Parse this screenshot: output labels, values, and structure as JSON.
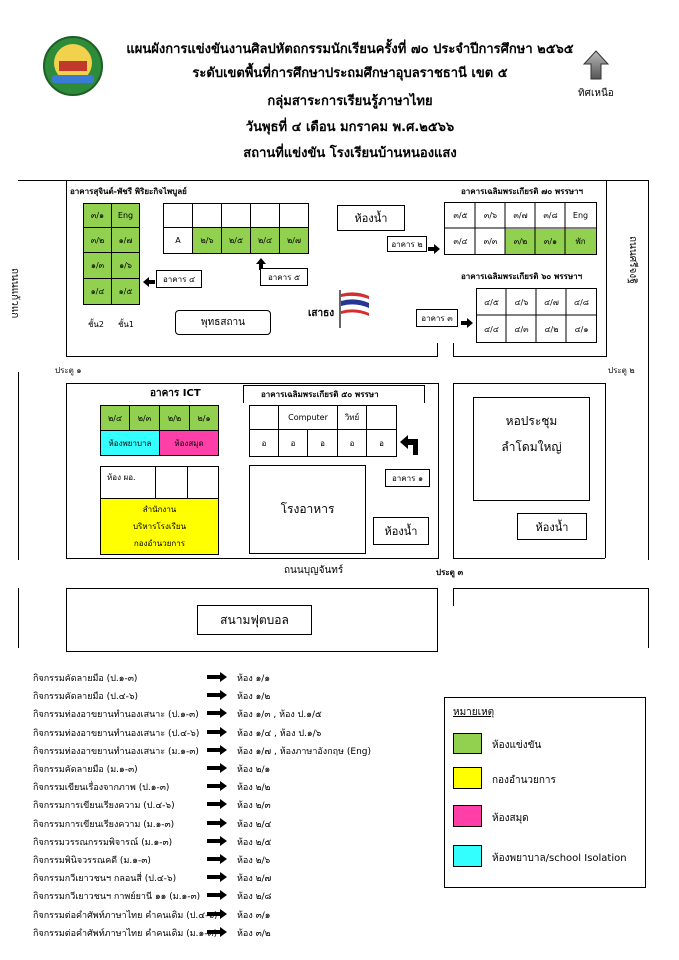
{
  "header": {
    "line1": "แผนผังการแข่งขันงานศิลปหัตถกรรมนักเรียนครั้งที่ ๗๐ ประจำปีการศึกษา ๒๕๖๕",
    "line2": "ระดับเขตพื้นที่การศึกษาประถมศึกษาอุบลราชธานี เขต ๕",
    "line3": "กลุ่มสาระการเรียนรู้ภาษาไทย",
    "line4": "วันพุธที่  ๔  เดือน  มกราคม   พ.ศ.๒๕๖๖",
    "line5": "สถานที่แข่งขัน  โรงเรียนบ้านหนองแสง",
    "north": "ทิศเหนือ"
  },
  "map": {
    "bldg_left_title": "อาคารสุจินต์-พัชรี พิริยะกิจไพบูลย์",
    "bldg_left_rooms": [
      "๓/๑",
      "Eng",
      "๓/๒",
      "๑/๗",
      "๑/๓",
      "๑/๖",
      "๑/๔",
      "๑/๕"
    ],
    "floor2": "ชั้น2",
    "floor1": "ชั้น1",
    "bldg4": "อาคาร ๔",
    "row5_rooms": [
      "A",
      "๒/๖",
      "๒/๕",
      "๒/๔",
      "๒/๗"
    ],
    "bldg5": "อาคาร ๕",
    "toilet": "ห้องน้ำ",
    "hall": "พุทธสถาน",
    "flagpole": "เสาธง",
    "bldg2": "อาคาร ๒",
    "bldg70_title": "อาคารเฉลิมพระเกียรติ ๗๐ พรรษาฯ",
    "bldg70_top": [
      "๓/๕",
      "๓/๖",
      "๓/๗",
      "๓/๘",
      "Eng"
    ],
    "bldg70_bottom": [
      "๓/๔",
      "๓/๓",
      "๓/๒",
      "๓/๑",
      "พัก"
    ],
    "bldg60_title": "อาคารเฉลิมพระเกียรติ ๖๐ พรรษาฯ",
    "bldg3": "อาคาร ๓",
    "bldg60_top": [
      "๔/๕",
      "๔/๖",
      "๔/๗",
      "๔/๘"
    ],
    "bldg60_bottom": [
      "๔/๔",
      "๔/๓",
      "๔/๒",
      "๔/๑"
    ],
    "road_left": "ถนนแก้วแก",
    "road_right": "ถนนศรีจงฐิ",
    "gate1": "ประตู ๑",
    "gate2": "ประตู ๒",
    "gate3": "ประตู ๓",
    "ict_title": "อาคาร ICT",
    "ict_rooms": [
      "๒/๔",
      "๒/๓",
      "๒/๒",
      "๒/๑"
    ],
    "nurse": "ห้องพยาบาล",
    "library": "ห้องสมุด",
    "director": "ห้อง ผอ.",
    "admin": "สำนักงาน\nบริหารโรงเรียน\nกองอำนวยการ",
    "bldg50_title": "อาคารเฉลิมพระเกียรติ ๕๐ พรรษา",
    "computer": "Computer",
    "science": "วิทย์",
    "bldg50_rooms": [
      "อ",
      "อ",
      "อ",
      "อ",
      "อ"
    ],
    "bldg1": "อาคาร ๑",
    "canteen": "โรงอาหาร",
    "auditorium_1": "หอประชุม",
    "auditorium_2": "ลำโดมใหญ่",
    "road_bottom": "ถนนบุญจันทร์",
    "football": "สนามฟุตบอล"
  },
  "activities": [
    {
      "name": "กิจกรรมคัดลายมือ (ป.๑-๓)",
      "room": "ห้อง ๑/๑"
    },
    {
      "name": "กิจกรรมคัดลายมือ (ป.๔-๖)",
      "room": "ห้อง ๑/๒"
    },
    {
      "name": "กิจกรรมท่องอาขยานทำนองเสนาะ (ป.๑-๓)",
      "room": "ห้อง ๑/๓ , ห้อง ป.๑/๕"
    },
    {
      "name": "กิจกรรมท่องอาขยานทำนองเสนาะ (ป.๔-๖)",
      "room": "ห้อง ๑/๔ , ห้อง ป.๑/๖"
    },
    {
      "name": "กิจกรรมท่องอาขยานทำนองเสนาะ (ม.๑-๓)",
      "room": "ห้อง ๑/๗ , ห้องภาษาอังกฤษ (Eng)"
    },
    {
      "name": "กิจกรรมคัดลายมือ (ม.๑-๓)",
      "room": "ห้อง ๒/๑"
    },
    {
      "name": "กิจกรรมเขียนเรื่องจากภาพ (ป.๑-๓)",
      "room": "ห้อง ๒/๒"
    },
    {
      "name": "กิจกรรมการเขียนเรียงความ (ป.๔-๖)",
      "room": "ห้อง ๒/๓"
    },
    {
      "name": "กิจกรรมการเขียนเรียงความ (ม.๑-๓)",
      "room": "ห้อง ๒/๔"
    },
    {
      "name": "กิจกรรมวรรณกรรมพิจารณ์ (ม.๑-๓)",
      "room": "ห้อง ๒/๕"
    },
    {
      "name": "กิจกรรมพินิจวรรณคดี (ม.๑-๓)",
      "room": "ห้อง ๒/๖"
    },
    {
      "name": "กิจกรรมกวีเยาวชนฯ กลอนสี่ (ป.๔-๖)",
      "room": "ห้อง ๒/๗"
    },
    {
      "name": "กิจกรรมกวีเยาวชนฯ กาพย์ยานี ๑๑ (ม.๑-๓)",
      "room": "ห้อง ๒/๘"
    },
    {
      "name": "กิจกรรมต่อคำศัพท์ภาษาไทย คำคนเดิม (ป.๔-๖)",
      "room": "ห้อง ๓/๑"
    },
    {
      "name": "กิจกรรมต่อคำศัพท์ภาษาไทย คำคนเดิม (ม.๑-๓)",
      "room": "ห้อง ๓/๒"
    }
  ],
  "legend": {
    "title": "หมายเหตุ",
    "items": [
      {
        "label": "ห้องแข่งขัน",
        "color": "#92d050"
      },
      {
        "label": "กองอำนวยการ",
        "color": "#ffff00"
      },
      {
        "label": "ห้องสมุด",
        "color": "#ff3fa8"
      },
      {
        "label": "ห้องพยาบาล/school Isolation",
        "color": "#33ffff"
      }
    ]
  }
}
